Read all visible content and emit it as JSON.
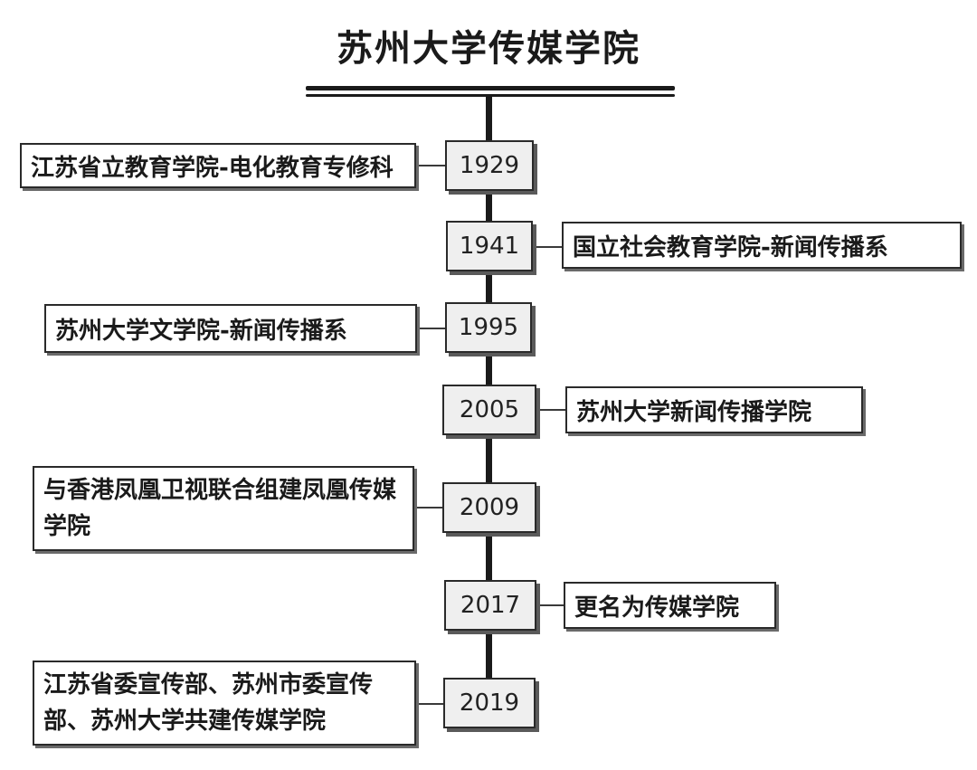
{
  "title": "苏州大学传媒学院",
  "events": [
    {
      "year": "1929",
      "text": "江苏省立教育学院-电化教育专修科"
    },
    {
      "year": "1941",
      "text": "国立社会教育学院-新闻传播系"
    },
    {
      "year": "1995",
      "text": "苏州大学文学院-新闻传播系"
    },
    {
      "year": "2005",
      "text": "苏州大学新闻传播学院"
    },
    {
      "year": "2009",
      "text": "与香港凤凰卫视联合组建凤凰传媒学院"
    },
    {
      "year": "2017",
      "text": "更名为传媒学院"
    },
    {
      "year": "2019",
      "text": "江苏省委宣传部、苏州市委宣传部、苏州大学共建传媒学院"
    }
  ]
}
